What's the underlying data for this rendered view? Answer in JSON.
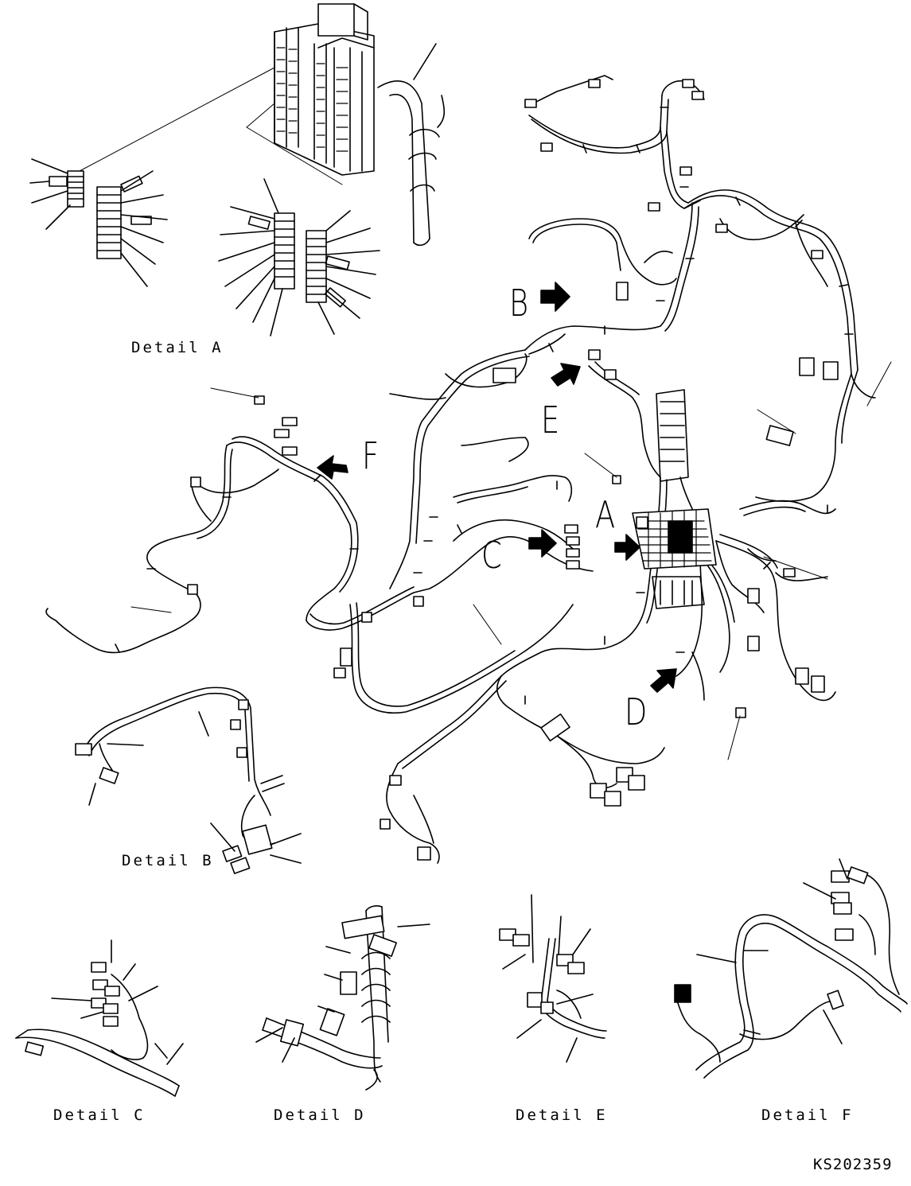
{
  "drawing_code": "KS202359",
  "callouts": {
    "a": "A",
    "b": "B",
    "c": "C",
    "d": "D",
    "e": "E",
    "f": "F"
  },
  "details": {
    "a": "Detail A",
    "b": "Detail B",
    "c": "Detail C",
    "d": "Detail D",
    "e": "Detail E",
    "f": "Detail F"
  },
  "colors": {
    "line": "#000000",
    "background": "#ffffff"
  }
}
